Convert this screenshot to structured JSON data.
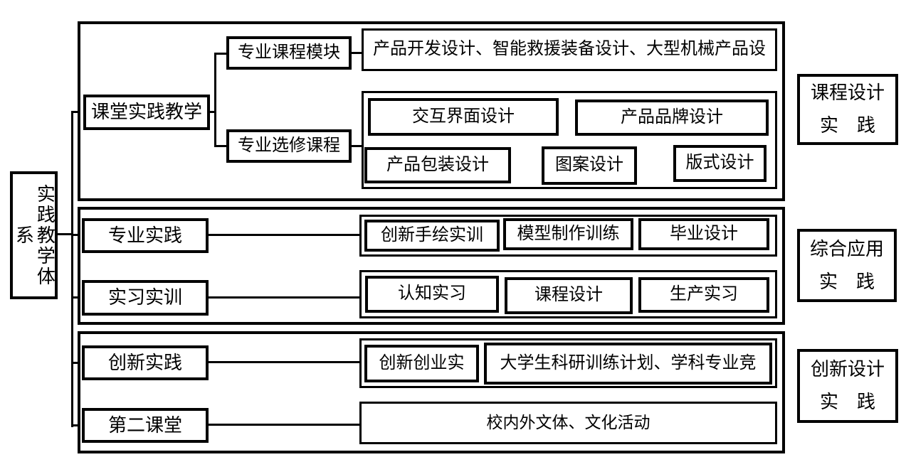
{
  "diagram": {
    "root_label": "实践教学体系",
    "branches": [
      {
        "label": "课堂实践教学",
        "children": [
          {
            "label": "专业课程模块",
            "items": [
              "产品开发设计、智能救援装备设计、大型机械产品设"
            ]
          },
          {
            "label": "专业选修课程",
            "items": [
              "交互界面设计",
              "产品品牌设计",
              "产品包装设计",
              "图案设计",
              "版式设计"
            ]
          }
        ]
      },
      {
        "label": "专业实践",
        "items": [
          "创新手绘实训",
          "模型制作训练",
          "毕业设计"
        ]
      },
      {
        "label": "实习实训",
        "items": [
          "认知实习",
          "课程设计",
          "生产实习"
        ]
      },
      {
        "label": "创新实践",
        "items": [
          "创新创业实",
          "大学生科研训练计划、学科专业竞"
        ]
      },
      {
        "label": "第二课堂",
        "items": [
          "校内外文体、文化活动"
        ]
      }
    ],
    "side_labels": [
      {
        "line1": "课程设计",
        "line2": "实　践"
      },
      {
        "line1": "综合应用",
        "line2": "实　践"
      },
      {
        "line1": "创新设计",
        "line2": "实　践"
      }
    ],
    "colors": {
      "line": "#000000",
      "background": "#ffffff"
    }
  }
}
